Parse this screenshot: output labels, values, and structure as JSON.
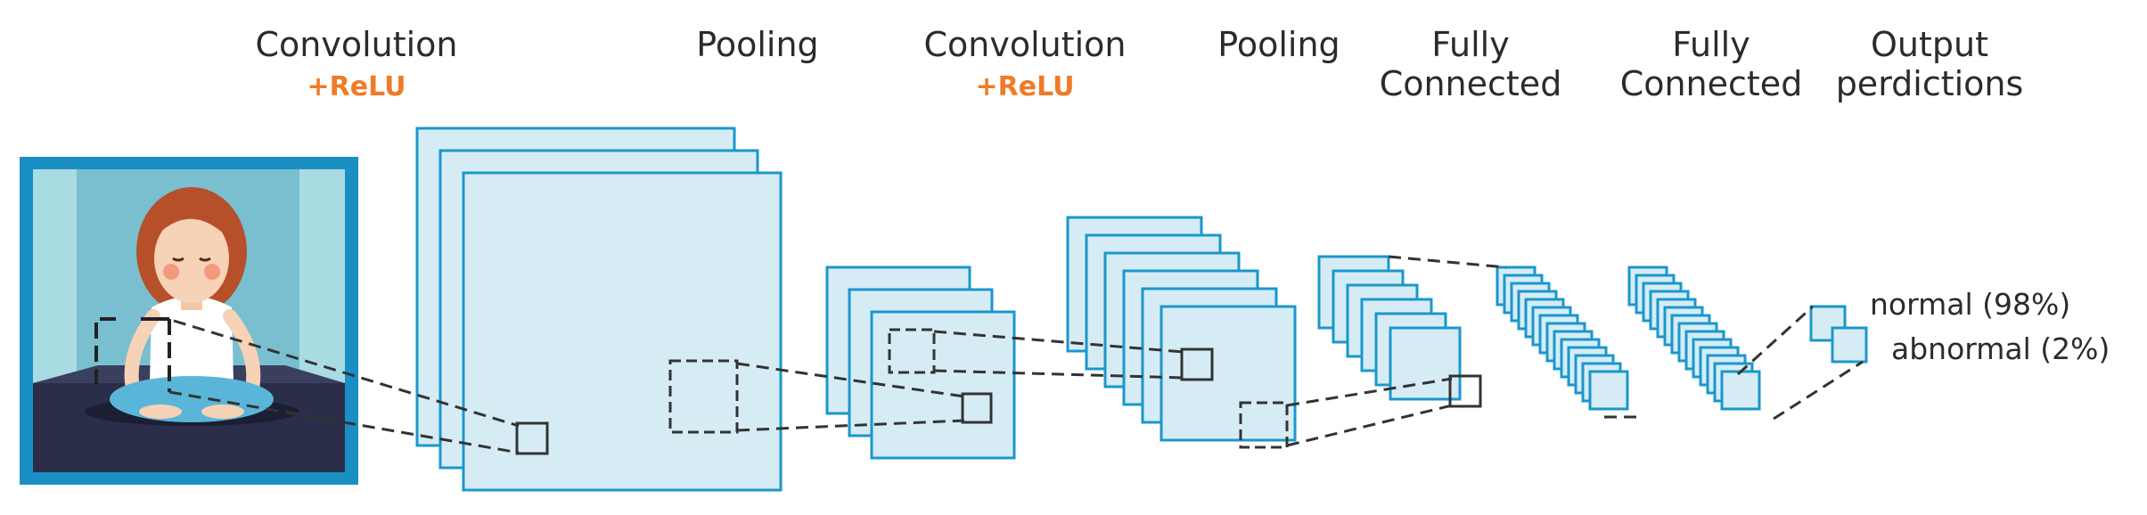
{
  "labels": {
    "conv1": "Convolution",
    "conv1_sub": "+ReLU",
    "pool1": "Pooling",
    "conv2": "Convolution",
    "conv2_sub": "+ReLU",
    "pool2": "Pooling",
    "fc1_line1": "Fully",
    "fc1_line2": "Connected",
    "fc2_line1": "Fully",
    "fc2_line2": "Connected",
    "out_line1": "Output",
    "out_line2": "perdictions"
  },
  "predictions": [
    {
      "label": "normal (98%)"
    },
    {
      "label": "abnormal (2%)"
    }
  ],
  "colors": {
    "accent_orange": "#f07a28",
    "map_fill": "#d6ecf5",
    "map_stroke": "#1b97cc",
    "frame_blue": "#1a8fc4",
    "text": "#2b2b2b"
  }
}
